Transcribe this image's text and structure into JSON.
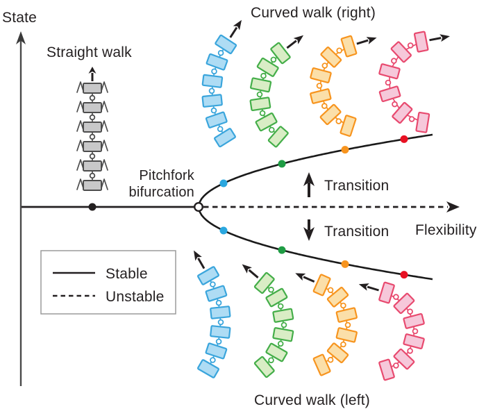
{
  "figure": {
    "y_axis_label": "State",
    "x_axis_label": "Flexibility",
    "top_title": "Curved walk (right)",
    "bottom_title": "Curved walk (left)",
    "straight_walk_label": "Straight walk",
    "bifurcation_label_line1": "Pitchfork",
    "bifurcation_label_line2": "bifurcation",
    "transition_up_label": "Transition",
    "transition_down_label": "Transition"
  },
  "legend": {
    "stable_label": "Stable",
    "unstable_label": "Unstable"
  },
  "colors": {
    "text": "#231f20",
    "axis": "#4a4a4a",
    "curve": "#1a1a1a",
    "black_dot": "#231f20",
    "blue": {
      "stroke": "#3aa5dc",
      "fill": "#aedcf4",
      "dot": "#2aa7df"
    },
    "green": {
      "stroke": "#44ae49",
      "fill": "#d9edc5",
      "dot": "#1f9c44"
    },
    "orange": {
      "stroke": "#f7941e",
      "fill": "#fbdfa9",
      "dot": "#f7941e"
    },
    "red": {
      "stroke": "#e84a6f",
      "fill": "#f6c8da",
      "dot": "#e81123"
    },
    "gray": {
      "stroke": "#4d4d4d",
      "fill": "#c8c8c9"
    }
  },
  "chains": {
    "straight": {
      "id": "straight",
      "color": "gray",
      "segments": 6,
      "heading": "up"
    },
    "top_row": [
      {
        "id": "top-blue",
        "color": "blue",
        "segments": 6,
        "heading": "up-right"
      },
      {
        "id": "top-green",
        "color": "green",
        "segments": 6,
        "heading": "up-right"
      },
      {
        "id": "top-orange",
        "color": "orange",
        "segments": 6,
        "heading": "up-right"
      },
      {
        "id": "top-red",
        "color": "red",
        "segments": 6,
        "heading": "up-right"
      }
    ],
    "bottom_row": [
      {
        "id": "bottom-blue",
        "color": "blue",
        "segments": 6,
        "heading": "up-left"
      },
      {
        "id": "bottom-green",
        "color": "green",
        "segments": 6,
        "heading": "up-left"
      },
      {
        "id": "bottom-orange",
        "color": "orange",
        "segments": 6,
        "heading": "up-left"
      },
      {
        "id": "bottom-red",
        "color": "red",
        "segments": 6,
        "heading": "up-left"
      }
    ]
  },
  "branch_dots": {
    "axis_dot": "black",
    "upper_branch": [
      "blue",
      "green",
      "orange",
      "red"
    ],
    "lower_branch": [
      "blue",
      "green",
      "orange",
      "red"
    ]
  }
}
